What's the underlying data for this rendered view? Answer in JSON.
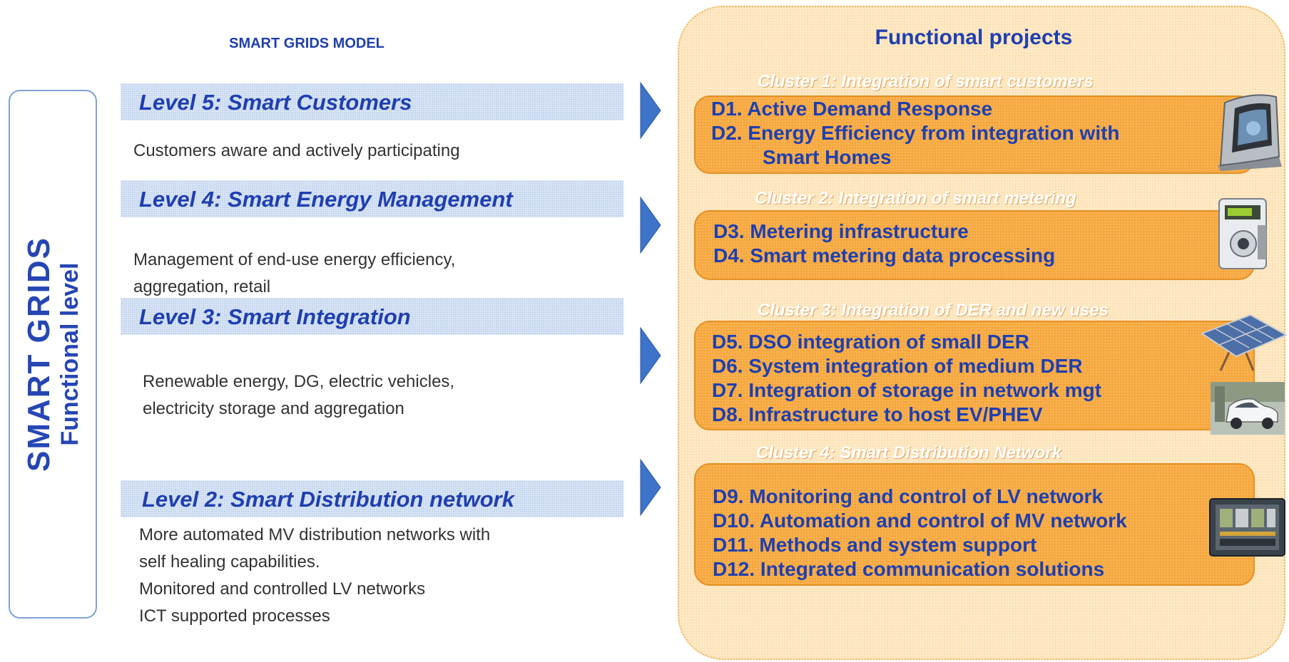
{
  "model": {
    "title": "SMART GRIDS MODEL",
    "side_title": "SMART GRIDS",
    "side_subtitle": "Functional level"
  },
  "levels": [
    {
      "title": "Level 5: Smart Customers",
      "desc": [
        "Customers aware and actively participating"
      ]
    },
    {
      "title": "Level 4: Smart Energy Management",
      "desc": [
        "Management of end-use energy efficiency,",
        "aggregation, retail"
      ]
    },
    {
      "title": "Level 3: Smart Integration",
      "desc": [
        "Renewable energy, DG, electric vehicles,",
        "electricity storage and aggregation"
      ]
    },
    {
      "title": "Level 2: Smart Distribution network",
      "desc": [
        "More automated MV distribution networks with",
        "self healing capabilities.",
        "Monitored and controlled LV networks",
        "ICT supported processes"
      ]
    }
  ],
  "projects": {
    "title": "Functional projects",
    "clusters": [
      {
        "title": "Cluster 1: Integration of smart customers",
        "items": [
          "D1.  Active Demand Response",
          "D2.  Energy Efficiency from integration with",
          "Smart Homes"
        ]
      },
      {
        "title": "Cluster 2: Integration of smart metering",
        "items": [
          "D3.  Metering infrastructure",
          "D4.  Smart metering data processing"
        ]
      },
      {
        "title": "Cluster 3: Integration of DER and new uses",
        "items": [
          "D5.  DSO integration of small DER",
          "D6.  System integration of medium DER",
          "D7.  Integration of storage in network mgt",
          "D8.  Infrastructure to host EV/PHEV"
        ]
      },
      {
        "title": "Cluster 4: Smart Distribution Network",
        "items": [
          "D9.   Monitoring and control of LV network",
          "D10. Automation and control of MV network",
          "D11. Methods and system support",
          "D12. Integrated communication solutions"
        ]
      }
    ]
  },
  "colors": {
    "blue_text": "#1f3fb0",
    "band": "#c3d5ef",
    "arrow": "#3d73c8",
    "panel": "#fde3b8",
    "cluster_box": "#f6a83e"
  },
  "images": [
    "smart-home-panel-image",
    "electric-meter-image",
    "solar-panel-image",
    "electric-car-image",
    "control-cabinet-image"
  ]
}
